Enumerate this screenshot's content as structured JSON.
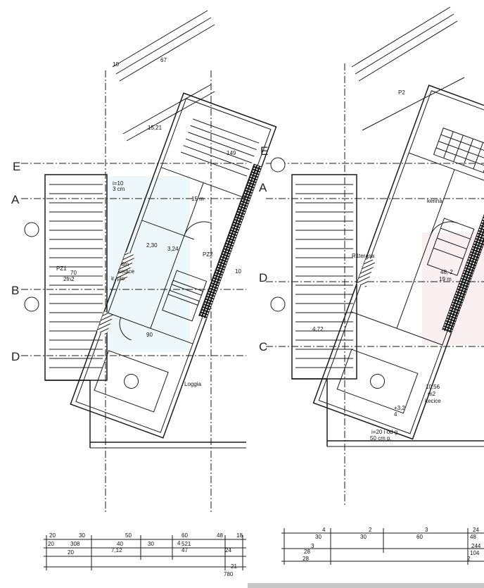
{
  "colors": {
    "line": "#1a1a1a",
    "hatch": "#1a1a1a",
    "accent_cyan": "#cfe8ee",
    "accent_pink": "#f1d3d7",
    "scrollbar": "#c8c8c8"
  },
  "axes_left": {
    "E": "E",
    "A": "A",
    "B": "B",
    "D": "D"
  },
  "axes_right": {
    "E": "E",
    "A": "A",
    "D": "D",
    "C": "C"
  },
  "left_plan": {
    "top_dim_1": "10",
    "top_dim_2": "67",
    "level_1": "15,21",
    "slab_note_1": "i=10",
    "slab_note_2": "3 cm",
    "area_1": "15 m",
    "room_1": "PZ2",
    "level_2": "3,24",
    "level_3": "2,30",
    "area_2": "4m",
    "room_2_a": "kedice",
    "room_2_b": "ir. plo",
    "room_3": "2fn2",
    "room_4": "PZ1",
    "window_1": "70",
    "window_2": "90",
    "room_5": "Loggia",
    "stair_1": "149",
    "stair_2": "10"
  },
  "right_plan": {
    "room_1": "P2",
    "room_2": "kerina",
    "area_1": "48, 2",
    "area_2": "19 m",
    "room_3": "terasa",
    "room_4": "R1",
    "level_1": "4,72",
    "level_2": "+3,2",
    "level_3": "4",
    "area_3": "10,56",
    "area_4": "m2",
    "room_5": "kecice",
    "slab_note_1": "i=20 i od g",
    "slab_note_2": "50 cm p."
  },
  "left_dims": {
    "row1": [
      "20",
      "30",
      "50",
      "60",
      "4",
      "48",
      "18"
    ],
    "row2": [
      "20",
      "308",
      "40",
      "30",
      "521",
      "24"
    ],
    "row3": [
      "7,12",
      "47",
      "24"
    ],
    "row4": [
      "20",
      "21"
    ],
    "total": "780"
  },
  "right_dims": {
    "row1": [
      "4",
      "2",
      "3",
      "24"
    ],
    "row2": [
      "30",
      "30",
      "60",
      "48"
    ],
    "row3": [
      "3",
      "28",
      "104"
    ],
    "row4": [
      "28",
      "2",
      "244"
    ]
  }
}
